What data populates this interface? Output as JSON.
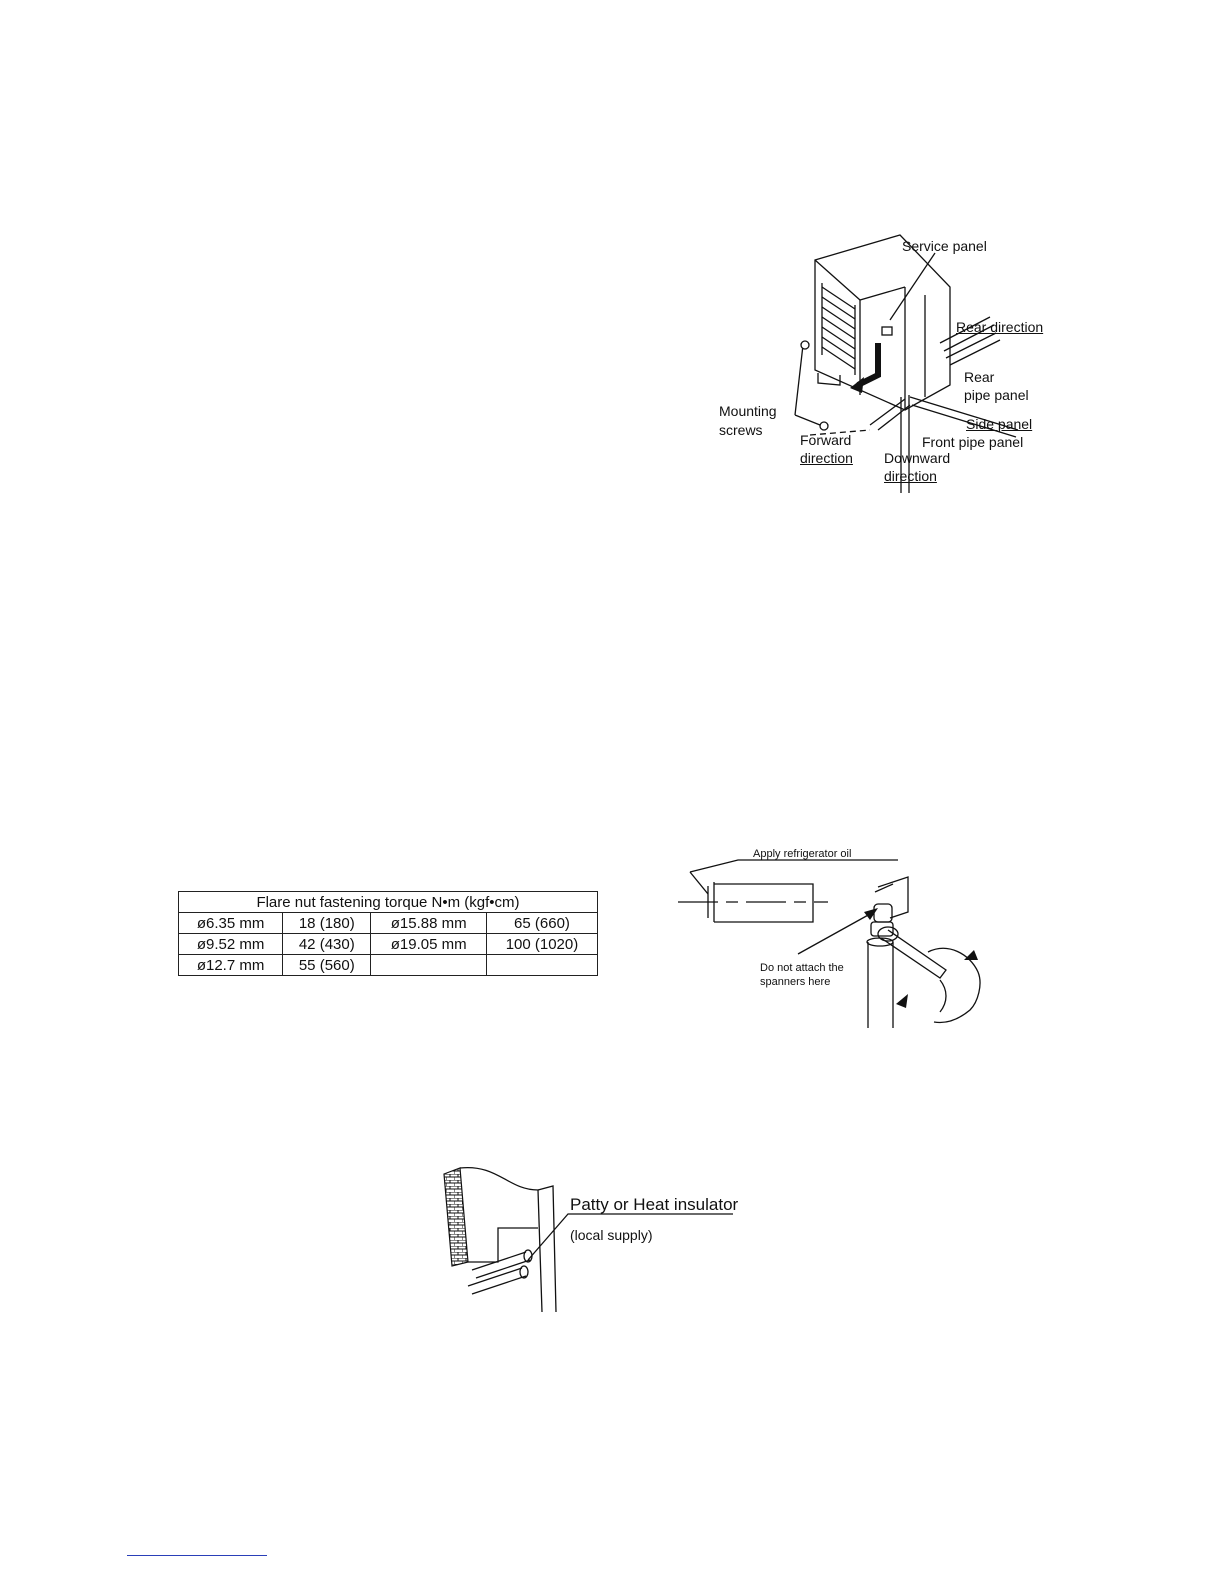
{
  "figure1": {
    "service_panel": "Service panel",
    "rear_direction": "Rear direction",
    "rear_pipe_panel_1": "Rear",
    "rear_pipe_panel_2": "pipe panel",
    "mounting_screws_1": "Mounting",
    "mounting_screws_2": "screws",
    "side_panel": "Side panel",
    "forward_direction_1": "Forward",
    "forward_direction_2": "direction",
    "front_pipe_panel": "Front pipe panel",
    "downward_direction_1": "Downward",
    "downward_direction_2": "direction"
  },
  "torque_table": {
    "title": "Flare nut fastening torque N•m (kgf•cm)",
    "rows": [
      [
        "ø6.35 mm",
        "18 (180)",
        "ø15.88 mm",
        "65 (660)"
      ],
      [
        "ø9.52 mm",
        "42 (430)",
        "ø19.05 mm",
        "100 (1020)"
      ],
      [
        "ø12.7 mm",
        "55 (560)",
        "",
        ""
      ]
    ]
  },
  "figure2": {
    "apply_oil": "Apply refrigerator oil",
    "no_spanner_1": "Do not attach the",
    "no_spanner_2": "spanners here"
  },
  "figure3": {
    "label_main": "Patty or Heat insulator",
    "label_sub": "(local supply)"
  }
}
